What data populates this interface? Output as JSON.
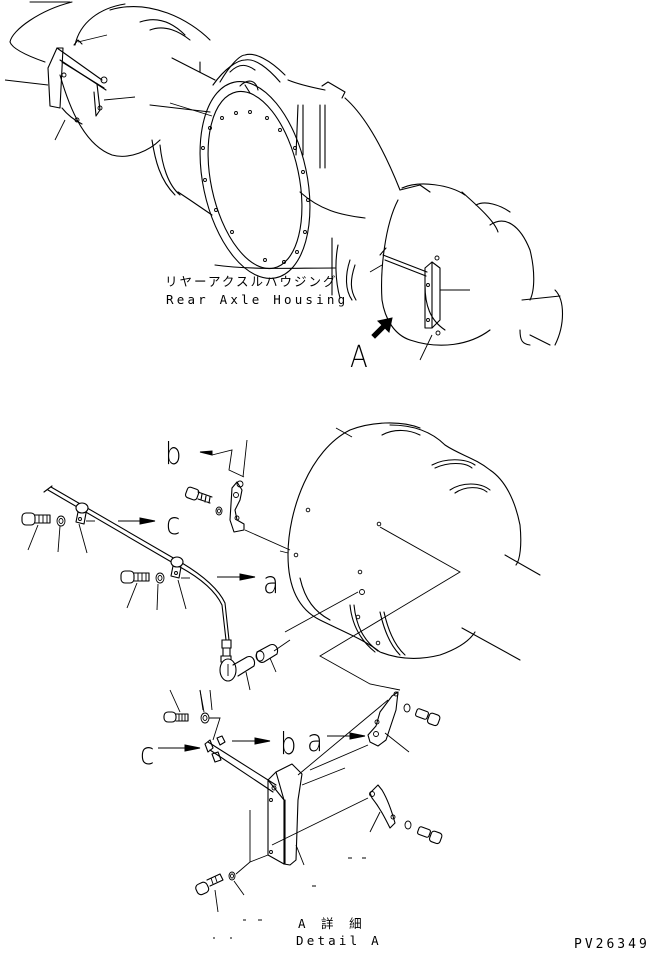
{
  "figure": {
    "number": "PV26349",
    "main_view": {
      "title_jp": "リヤーアクスルハウジング",
      "title_en": "Rear Axle Housing",
      "view_marker": "A"
    },
    "detail_view": {
      "title_jp": "A 詳 細",
      "title_en": "Detail A"
    },
    "connection_labels": {
      "b_top": "b",
      "c_pipe": "c",
      "a_pipe": "a",
      "c_bracket": "c",
      "b_bracket": "b",
      "a_bracket": "a"
    },
    "parts": [
      {
        "name": "rear-axle-housing"
      },
      {
        "name": "guard-plate"
      },
      {
        "name": "brake-pipe"
      },
      {
        "name": "pipe-clamp"
      },
      {
        "name": "bolt"
      },
      {
        "name": "washer"
      },
      {
        "name": "bracket"
      },
      {
        "name": "plug"
      },
      {
        "name": "elbow"
      }
    ],
    "colors": {
      "line": "#000000",
      "background": "#ffffff"
    }
  }
}
